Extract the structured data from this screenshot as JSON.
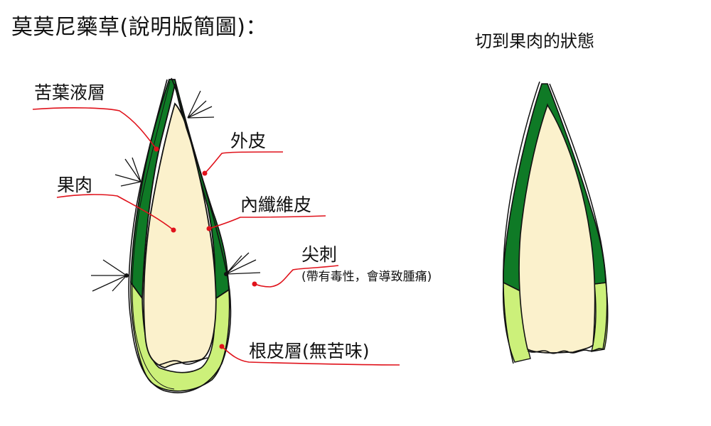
{
  "title": "莫莫尼藥草(說明版簡圖)：",
  "subtitle": "切到果肉的狀態",
  "labels": {
    "bitter_sap_layer": "苦葉液層",
    "outer_skin": "外皮",
    "flesh": "果肉",
    "inner_fiber_skin": "內纖維皮",
    "spike": "尖刺",
    "spike_note": "(帶有毒性，會導致腫痛)",
    "root_skin_layer": "根皮層(無苦味)"
  },
  "colors": {
    "dark_green": "#0f7a26",
    "light_green": "#ccf07a",
    "flesh": "#fbf1cc",
    "leader_line": "#e0121b",
    "outline": "#111111"
  }
}
